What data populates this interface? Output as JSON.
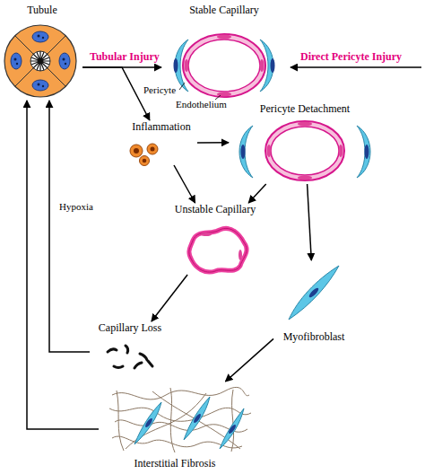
{
  "diagram": {
    "nodes": [
      {
        "text": [
          "Tubule"
        ]
      },
      {
        "text": [
          "Stable Capillary"
        ]
      },
      {
        "text": [
          "Pericyte Detachment"
        ]
      },
      {
        "text": [
          "Inflammation"
        ]
      },
      {
        "text": [
          "Unstable Capillary"
        ]
      },
      {
        "text": [
          "Capillary Loss"
        ]
      },
      {
        "text": [
          "Myofibroblast"
        ]
      },
      {
        "text": [
          "Interstitial Fibrosis"
        ]
      }
    ],
    "edges": [
      {
        "from": 0,
        "to": 1,
        "arrow": "to",
        "label": "Tubular Injury"
      },
      {
        "from": 0,
        "to": 3,
        "arrow": "to"
      },
      {
        "from": 3,
        "to": 2,
        "arrow": "to"
      },
      {
        "from": 3,
        "to": 4,
        "arrow": "to"
      },
      {
        "from": 2,
        "to": 4,
        "arrow": "to"
      },
      {
        "from": 2,
        "to": 6,
        "arrow": "to"
      },
      {
        "from": 4,
        "to": 5,
        "arrow": "to"
      },
      {
        "from": 6,
        "to": 7,
        "arrow": "to"
      },
      {
        "from": 5,
        "to": 0,
        "arrow": "to"
      },
      {
        "from": 7,
        "to": 0,
        "arrow": "to"
      }
    ],
    "labels": [
      "Direct Pericyte Injury",
      "Pericyte",
      "Endothelium",
      "Hypoxia"
    ]
  }
}
